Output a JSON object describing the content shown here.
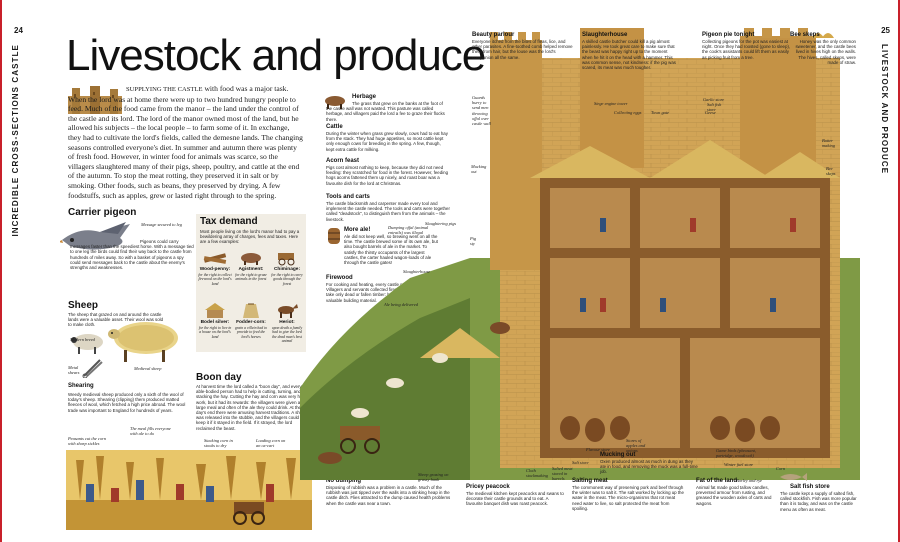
{
  "page": {
    "left_number": "24",
    "right_number": "25",
    "left_side_label": "INCREDIBLE CROSS-SECTIONS CASTLE",
    "right_side_label": "LIVESTOCK AND PRODUCE",
    "title": "Livestock and produce",
    "accent_color": "#c8202a"
  },
  "intro": {
    "lead": "SUPPLYING THE CASTLE",
    "text": "with food was a major task. When the lord was at home there were up to two hundred hungry people to feed. Much of the food came from the manor – the land under the control of the castle and its lord. The lord of the manor owned most of the land, but he allowed his subjects – the local people – to farm some of it. In exchange, they had to cultivate the lord's fields, called the demesne lands. The changing seasons controlled everyone's diet. In summer and autumn there was plenty of fresh food. However, in winter food for animals was scarce, so the villagers slaughtered many of their pigs, sheep, poultry, and cattle at the end of the autumn. To stop the meat rotting, they preserved it in salt or by smoking. Other foods, such as beans, they preserved by drying. A few foodstuffs, such as apples, grew or lasted right through to the spring."
  },
  "carrier_pigeon": {
    "title": "Carrier pigeon",
    "caption1": "Message secured to leg",
    "caption2": "Pigeons could carry messages faster than the speediest horse. With a message tied to one leg the birds could find their way back to the castle from hundreds of miles away. So with a basket of pigeons a spy could send messages back to the castle about the enemy's strengths and weaknesses."
  },
  "sheep": {
    "title": "Sheep",
    "text": "The sheep that grazed on and around the castle lands were a valuable asset. Their wool was sold to make cloth.",
    "modern_label": "Modern breed",
    "medieval_label": "Medieval sheep",
    "shears_label": "Metal shears",
    "shearing_title": "Shearing",
    "shearing_text": "Weedy medieval sheep produced only a sixth of the wool of today's sheep. Shearing (clipping) them produced matted fleeces of wool, which fetched a high price abroad. The wool trade was important to England for hundreds of years."
  },
  "tax_demand": {
    "title": "Tax demand",
    "text": "Most people living on the lord's manor had to pay a bewildering array of charges, fees and taxes. Here are a few examples:",
    "items": [
      {
        "name": "Wood-penny:",
        "desc": "for the right to collect firewood on the lord's land"
      },
      {
        "name": "Agistment:",
        "desc": "for the right to graze animals in the forest"
      },
      {
        "name": "Chiminage:",
        "desc": "for the right to carry goods through the forest"
      },
      {
        "name": "Bodel silver:",
        "desc": "for the right to live in a house on the lord's land"
      },
      {
        "name": "Fodder-corn:",
        "desc": "grain a villein had to provide to feed the lord's horses"
      },
      {
        "name": "Heriot:",
        "desc": "upon death a family had to give the lord the dead man's best animal"
      }
    ]
  },
  "boon_day": {
    "title": "Boon day",
    "text": "At harvest time the lord called a \"boon day\", and every able-bodied person had to help in cutting, turning, and stacking the hay. Cutting the hay and corn was very hard work, but it had its rewards: the villagers were given a large meal and often of the ale they could drink. At the day's end there were amusing harvest traditions. A sheep was released into the stubble, and the villagers could keep it if it stayed in the field. If it strayed, the lord reclaimed the beast.",
    "captions": [
      "Peasants cut the corn with sharp sickles",
      "The meal fills everyone with ale to do",
      "Stacking corn in stooks to dry",
      "Loading corn on an ox-cart"
    ]
  },
  "middle": {
    "herbage_title": "Herbage",
    "herbage_text": "The grass that grew on the banks at the foot of the castle wall was not wasted. This pasture was called herbage, and villagers paid the lord a fee to graze their flocks there.",
    "cattle_title": "Cattle",
    "cattle_text": "During the winter when grass grew slowly, cows had to eat hay from the stack. They had huge appetites, so most cattle kept only enough cows for breeding in the spring. A few, though, kept extra cattle for milking.",
    "acorn_title": "Acorn feast",
    "acorn_text": "Pigs cost almost nothing to keep, because they did not need feeding: they scratched for food in the forest. However, feeding hogs acorns fattened them up nicely, and roast boar was a favourite dish for the lord at Christmas.",
    "tools_title": "Tools and carts",
    "tools_text": "The castle blacksmith and carpenter made every tool and implement the castle needed. The tools and carts were together called \"deadstock\", to distinguish them from the animals – the livestock.",
    "more_ale_title": "More ale!",
    "more_ale_text": "Ale did not keep well, so brewing went on all the time. The castle brewed some of its own ale, but also bought barrels of ale in the market. To satisfy the thirsty occupants of the largest castles, the carter hauled wagon-loads of ale through the castle gates!",
    "firewood_title": "Firewood",
    "firewood_text": "For cooking and heating, every castle needed fuel. Villagers and servants collected firewood, taking care to take only dead or fallen timber: healthy wood was a valuable building material.",
    "no_dumping_title": "No dumping",
    "no_dumping_text": "Disposing of rubbish was a problem in a castle. Much of the rubbish was just tipped over the walls into a stinking heap in the castle ditch. Flies attracted to the dump caused health problems when the castle was near a town."
  },
  "right": {
    "beauty_title": "Beauty parlour",
    "beauty_text": "Everyone itched from the bites of fleas, lice, and other parasites. A fine-toothed comb helped remove them from hair, but the louse was the lord's companion all the same.",
    "slaughterhouse_title": "Slaughterhouse",
    "slaughterhouse_text": "A skilled castle butcher could kill a pig almost painlessly. He took great care to make sure that the beast was happy right up to the moment when he hit it on the head with a hammer. This was common sense, not kindness: if the pig was scared, its meat was much tougher.",
    "pigeon_pie_title": "Pigeon pie tonight",
    "pigeon_pie_text": "Collecting pigeons for the pot was easiest at night. Once they had roosted (gone to sleep), the cook's assistants could lift them as easily as picking fruit from a tree.",
    "bee_title": "Bee skeps",
    "bee_text": "Honey was the only common sweetener, and the castle bees lived in hives high on the walls. The hives, called skeps, were made of straw.",
    "mucking_title": "Mucking out",
    "mucking_text": "Oxen produced almost as much in dung as they ate in food, and removing the muck was a full-time job.",
    "salting_title": "Salting meat",
    "salting_text": "The commonest way of preserving pork and beef through the winter was to salt it. The salt worked by locking up the water in the meat. The micro-organisms that rot meat need water to live, so salt protected the meat from spoiling.",
    "pricey_title": "Pricey peacock",
    "pricey_text": "The medieval kitchen kept peacocks and swans to decorate their castle grounds and to eat. A favourite banquet dish was roast peacock.",
    "fat_title": "Fat of the land",
    "fat_text": "Animal fat made good tallow candles, prevented armour from rusting, and greased the wooden axles of carts and wagons.",
    "saltfish_title": "Salt fish store",
    "saltfish_text": "The castle kept a supply of salted fish, called stockfish. Fish was more popular than it is today, and was on the castle menu as often as meat."
  },
  "callouts": [
    "Siege engine tower",
    "Collecting eggs",
    "Town gate",
    "Garlic store",
    "Salt fish store",
    "Geese",
    "Guards hurry to send men throwing offal over castle wall",
    "Mucking out",
    "Slaughtering pigs",
    "Dumping offal (animal entrails) was illegal",
    "Pig sty",
    "Slaughterhouse",
    "Ale being delivered",
    "Butter making",
    "Bee skeps",
    "Flavour store",
    "Stores of apples and onions",
    "Game birds (pheasant, partridge, woodcock)",
    "Winter fuel store",
    "Barley and rye",
    "Corn",
    "Salt store",
    "Salted meat stored in barrels",
    "Cloth stockmaking",
    "Sheep grazing on grassy bank"
  ]
}
